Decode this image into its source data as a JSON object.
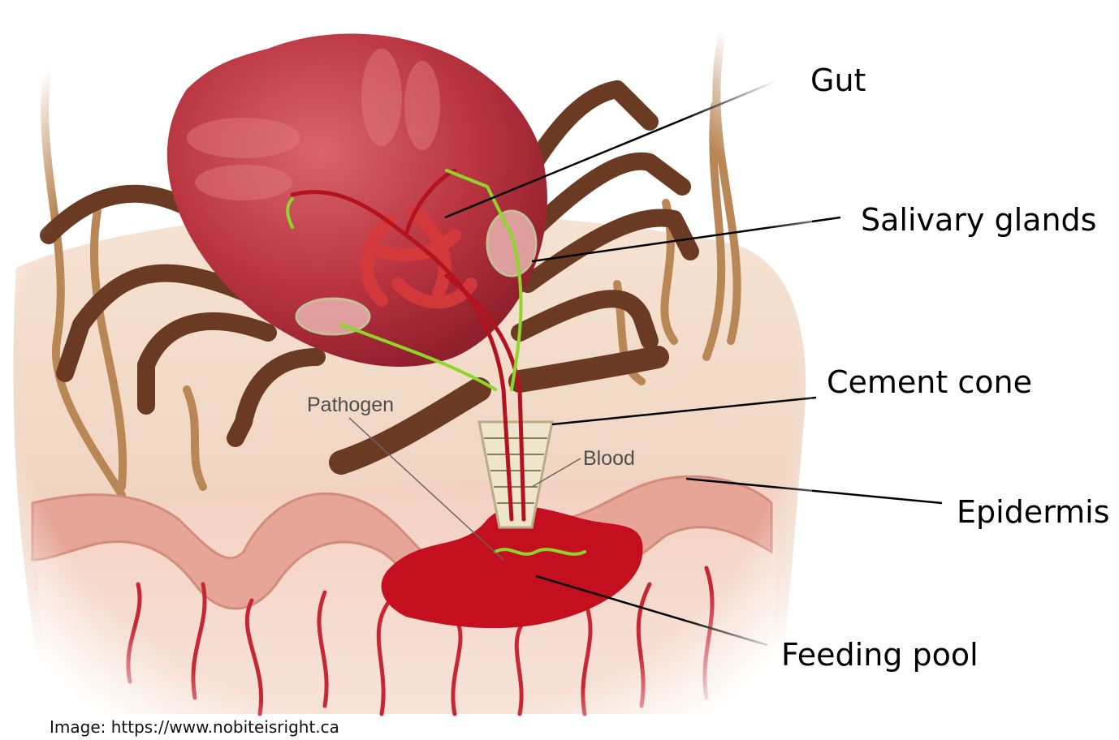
{
  "labels": {
    "gut": "Gut",
    "salivary_glands": "Salivary glands",
    "cement_cone": "Cement cone",
    "epidermis": "Epidermis",
    "feeding_pool": "Feeding pool"
  },
  "inner_labels": {
    "pathogen": "Pathogen",
    "blood": "Blood"
  },
  "credit": "Image: https://www.nobiteisright.ca",
  "colors": {
    "tick_body": "#b8323f",
    "blood": "#c4101e",
    "pathogen_arrow": "#8fd62a",
    "leg": "#6b3a22",
    "skin": "#f0cdb8",
    "epidermis": "#e7a89b"
  }
}
